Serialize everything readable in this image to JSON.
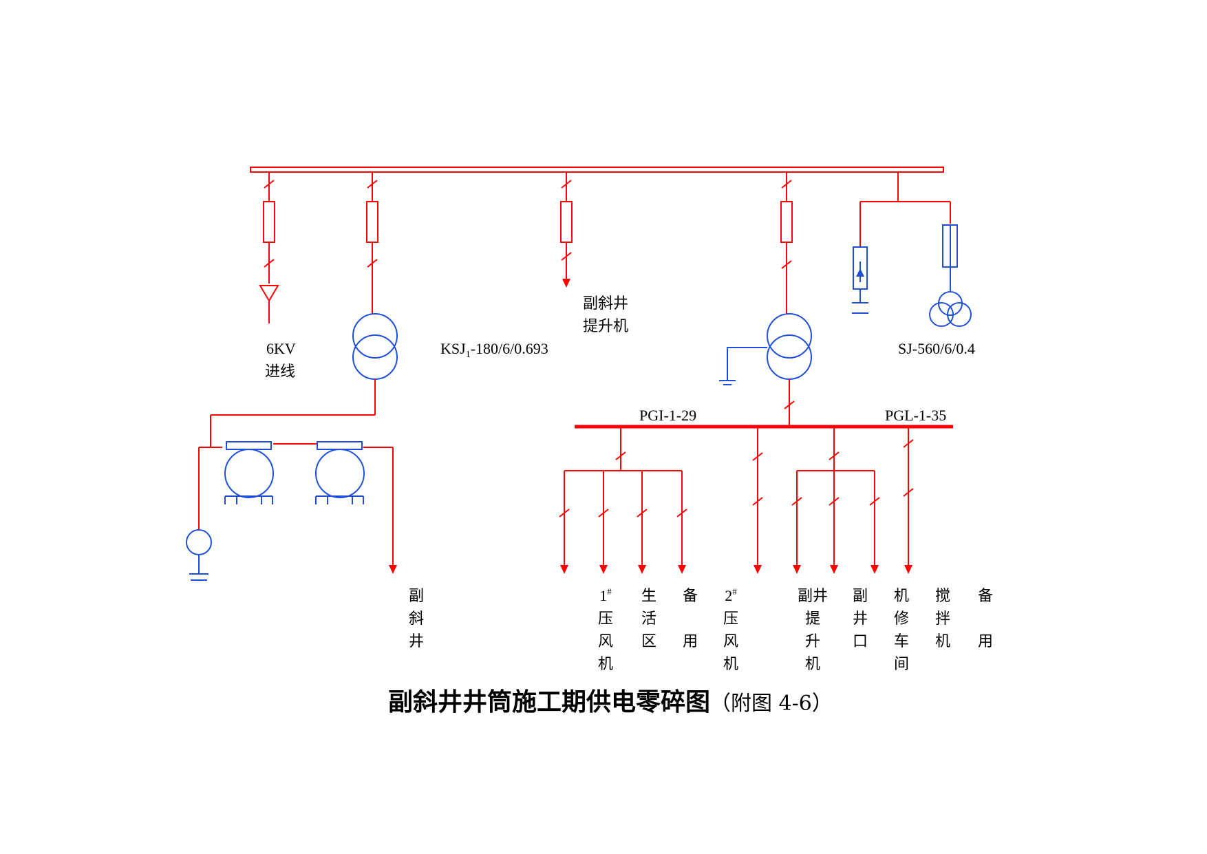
{
  "title": {
    "main": "副斜井井筒施工期供电零碎图",
    "sub": "（附图 4-6）"
  },
  "labels": {
    "incoming_line_1": "6KV",
    "incoming_line_2": "进线",
    "hoist_feeder_1": "副斜井",
    "hoist_feeder_2": "提升机",
    "transformer_ksj_main": "KSJ",
    "transformer_ksj_sub": "1",
    "transformer_ksj_rest": "-180/6/0.693",
    "transformer_sj": "SJ-560/6/0.4",
    "switchgear_left": "PGI-1-29",
    "switchgear_right": "PGL-1-35"
  },
  "outputs": [
    {
      "id": "fuxiejing",
      "chars": [
        "副",
        "斜",
        "井"
      ]
    },
    {
      "id": "no1-compressor",
      "chars": [
        "1#",
        "压",
        "风",
        "机"
      ]
    },
    {
      "id": "living-area",
      "chars": [
        "生",
        "活",
        "区"
      ]
    },
    {
      "id": "spare-1",
      "chars": [
        "备",
        "",
        "用"
      ]
    },
    {
      "id": "no2-compressor",
      "chars": [
        "2#",
        "压",
        "风",
        "机"
      ]
    },
    {
      "id": "aux-hoist",
      "chars": [
        "副井",
        "提",
        "升",
        "机"
      ]
    },
    {
      "id": "aux-shaft-mouth",
      "chars": [
        "副",
        "井",
        "口"
      ]
    },
    {
      "id": "repair-shop",
      "chars": [
        "机",
        "修",
        "车",
        "间"
      ]
    },
    {
      "id": "mixer",
      "chars": [
        "搅",
        "拌",
        "机"
      ]
    },
    {
      "id": "spare-2",
      "chars": [
        "备",
        "",
        "用"
      ]
    }
  ],
  "colors": {
    "power_line": "#ff0000",
    "equipment": "#1f4fd8"
  }
}
